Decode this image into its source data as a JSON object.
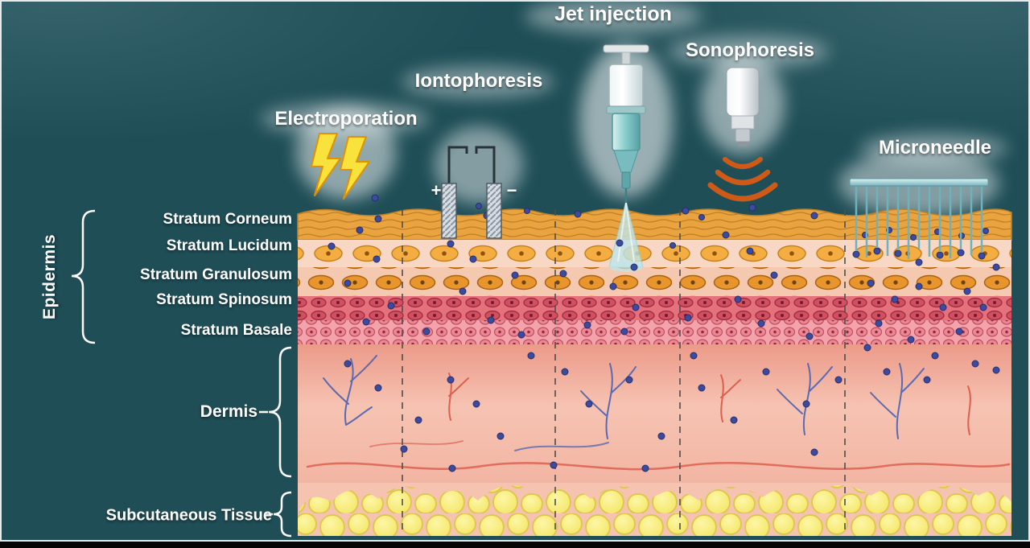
{
  "methods": {
    "jet_injection": {
      "label": "Jet injection"
    },
    "sonophoresis": {
      "label": "Sonophoresis"
    },
    "iontophoresis": {
      "label": "Iontophoresis",
      "anode": "+",
      "cathode": "−"
    },
    "electroporation": {
      "label": "Electroporation"
    },
    "microneedle": {
      "label": "Microneedle"
    }
  },
  "skin": {
    "epidermis_label": "Epidermis",
    "epidermis_layers": [
      "Stratum Corneum",
      "Stratum Lucidum",
      "Stratum Granulosum",
      "Stratum Spinosum",
      "Stratum Basale"
    ],
    "dermis_label": "Dermis",
    "subcutaneous_label": "Subcutaneous Tissue"
  },
  "colors": {
    "background": "#1f4e57",
    "label_text": "#ffffff",
    "particle_blue": "#3c4ba0",
    "bolt_yellow": "#f8e23b",
    "wave_orange": "#cf5a17",
    "device_teal": "#6fb2bb",
    "corneum_orange": "#eaa43f",
    "dermis_pink": "#f6c3b2",
    "fat_yellow": "#f7eb7a"
  }
}
